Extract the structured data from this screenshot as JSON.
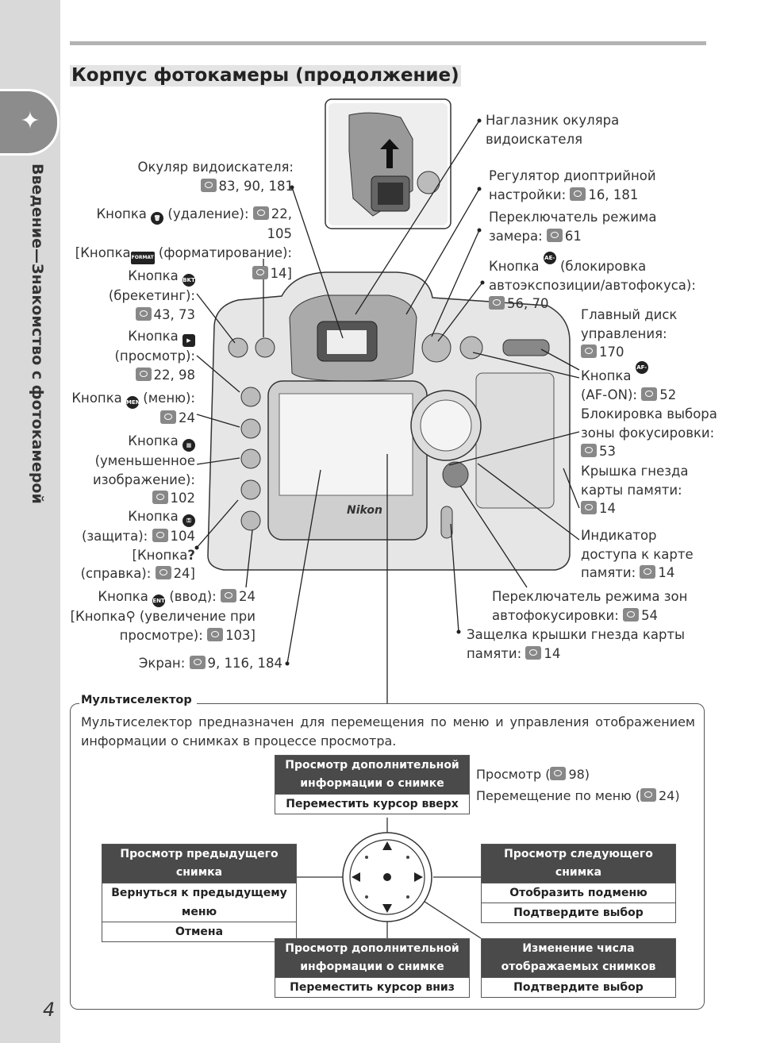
{
  "page": {
    "number": "4",
    "sidebar_title": "Введение—Знакомство с фотокамерой",
    "title": "Корпус фотокамеры (продолжение)"
  },
  "camera": {
    "brand": "Nikon"
  },
  "labels": {
    "eyepiece": [
      "Окуляр видоискателя:",
      "83, 90, 181"
    ],
    "delete": [
      "Кнопка",
      "(удаление):",
      "22, 105",
      "[Кнопка",
      "(форматирование):",
      "14]"
    ],
    "bkt": [
      "Кнопка",
      "(брекетинг):",
      "43, 73"
    ],
    "play": [
      "Кнопка",
      "(просмотр):",
      "22, 98"
    ],
    "menu": [
      "Кнопка",
      "(меню):",
      "24"
    ],
    "thumb": [
      "Кнопка",
      "(уменьшенное",
      "изображение):",
      "102"
    ],
    "protect": [
      "Кнопка",
      "(защита):",
      "104",
      "[Кнопка",
      "(справка):",
      "24]"
    ],
    "enter": [
      "Кнопка",
      "(ввод):",
      "24",
      "[Кнопка",
      "(увеличение при",
      "просмотре):",
      "103]"
    ],
    "screen": [
      "Экран:",
      "9, 116, 184"
    ],
    "eyecup": [
      "Наглазник окуляра",
      "видоискателя"
    ],
    "diopter": [
      "Регулятор диоптрийной",
      "настройки:",
      "16, 181"
    ],
    "metering": [
      "Переключатель режима",
      "замера:",
      "61"
    ],
    "ael": [
      "Кнопка",
      "(блокировка",
      "автоэкспозиции/автофокуса):",
      "56, 70"
    ],
    "main_dial": [
      "Главный диск",
      "управления:",
      "170"
    ],
    "afon": [
      "Кнопка",
      "(AF-ON):",
      "52"
    ],
    "focus_lock": [
      "Блокировка выбора",
      "зоны фокусировки:",
      "53"
    ],
    "card_cover": [
      "Крышка гнезда",
      "карты памяти:",
      "14"
    ],
    "card_lamp": [
      "Индикатор",
      "доступа к карте",
      "памяти:",
      "14"
    ],
    "af_area": [
      "Переключатель режима зон",
      "автофокусировки:",
      "54"
    ],
    "card_latch": [
      "Защелка крышки гнезда карты",
      "памяти:",
      "14"
    ]
  },
  "multiselector": {
    "title": "Мультиселектор",
    "description": "Мультиселектор предназначен для перемещения по меню и управления отображением информации о снимках в процессе просмотра.",
    "up": {
      "header": "Просмотр дополнительной информации о снимке",
      "rows": [
        "Переместить курсор вверх"
      ]
    },
    "down": {
      "header": "Просмотр дополнительной информации о снимке",
      "rows": [
        "Переместить курсор вниз"
      ]
    },
    "left": {
      "header": "Просмотр предыдущего снимка",
      "rows": [
        "Вернуться к предыдущему меню",
        "Отмена"
      ]
    },
    "right": {
      "header": "Просмотр следующего снимка",
      "rows": [
        "Отобразить подменю",
        "Подтвердите выбор"
      ]
    },
    "center": {
      "header": "Изменение числа отображаемых снимков",
      "rows": [
        "Подтвердите выбор"
      ]
    },
    "notes": [
      "Просмотр (",
      "98)",
      "Перемещение по меню (",
      "24)"
    ]
  }
}
